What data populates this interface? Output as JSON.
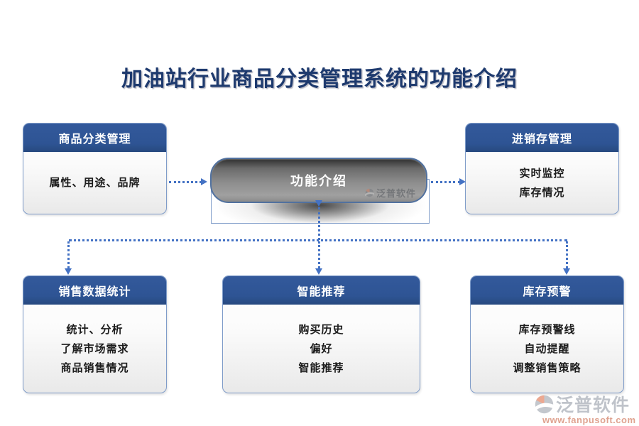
{
  "title": "加油站行业商品分类管理系统的功能介绍",
  "center": {
    "label": "功能介绍"
  },
  "boxes": {
    "top_left": {
      "header": "商品分类管理",
      "lines": [
        "属性、用途、品牌"
      ]
    },
    "top_right": {
      "header": "进销存管理",
      "lines": [
        "实时监控",
        "库存情况"
      ]
    },
    "bottom_left": {
      "header": "销售数据统计",
      "lines": [
        "统计、分析",
        "了解市场需求",
        "商品销售情况"
      ]
    },
    "bottom_mid": {
      "header": "智能推荐",
      "lines": [
        "购买历史",
        "偏好",
        "智能推荐"
      ]
    },
    "bottom_right": {
      "header": "库存预警",
      "lines": [
        "库存预警线",
        "自动提醒",
        "调整销售策略"
      ]
    }
  },
  "watermark": {
    "brand": "泛普软件",
    "brand_center": "泛普软件",
    "url": "www.fanpusoft.com"
  },
  "colors": {
    "title_blue": "#1E3A6E",
    "header_blue": "#2E5494",
    "connector_blue": "#4472C4",
    "box_border": "#7F9CC9",
    "pill_gray_top": "#2F2F2F",
    "pill_gray_bottom": "#A0A0A0",
    "logo_orange": "#E2744E",
    "logo_gray": "#99A0AB",
    "url_orange": "#CC6A4B"
  }
}
